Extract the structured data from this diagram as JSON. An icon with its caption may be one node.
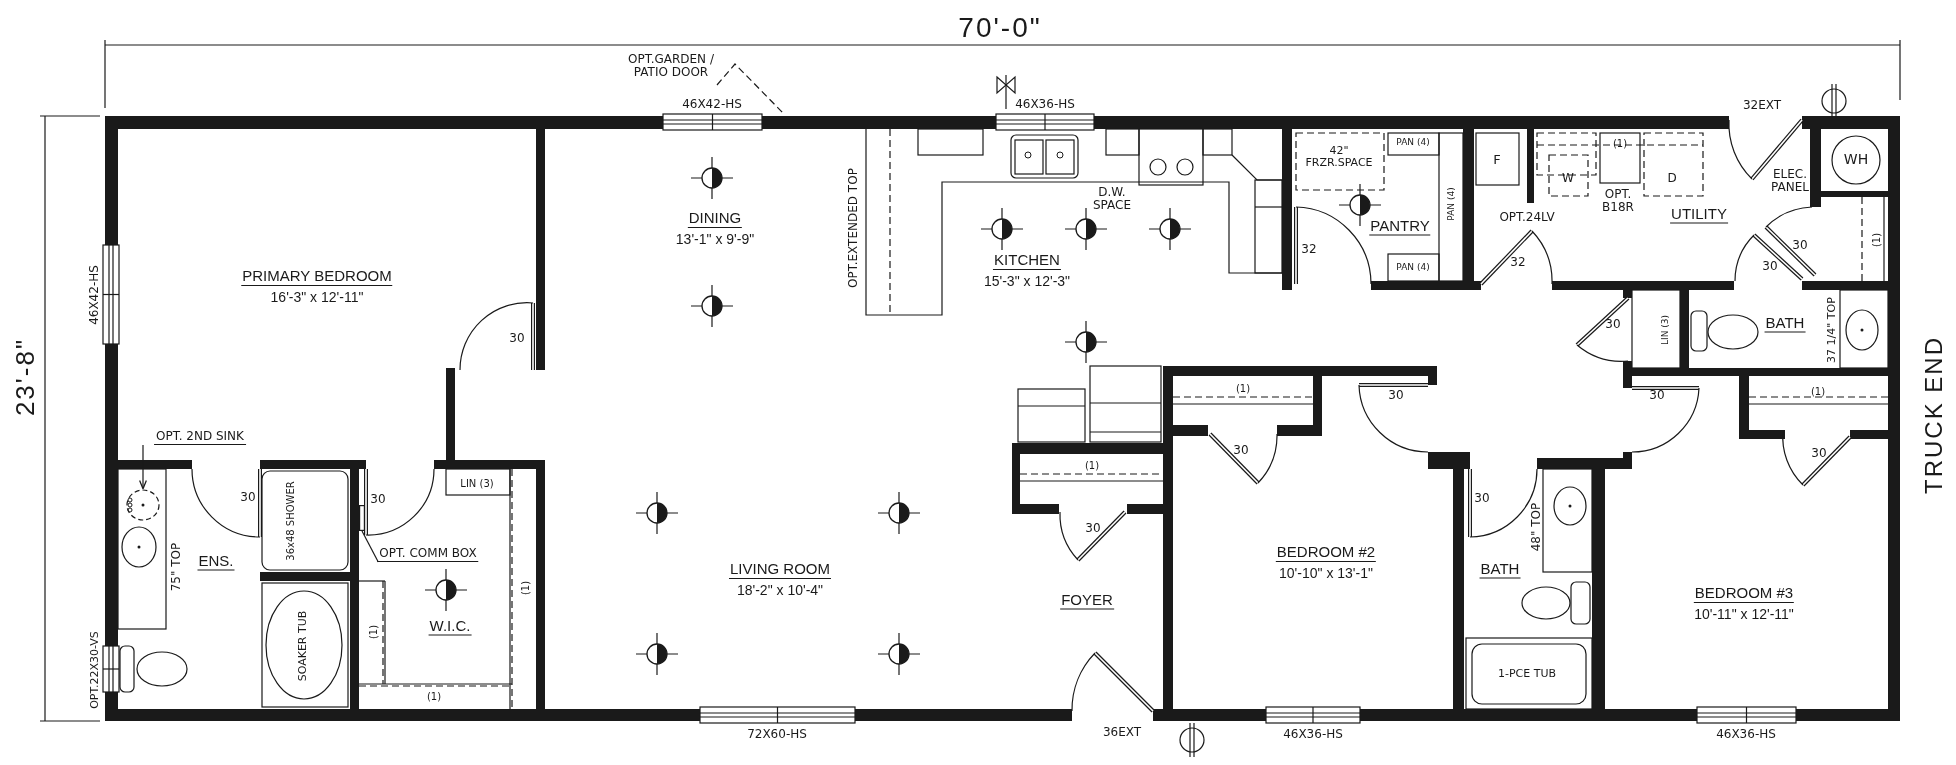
{
  "diagram": {
    "nodes": [
      {
        "text": [
          "PRIMARY BEDROOM",
          "16'-3\" x 12'-11\""
        ]
      },
      {
        "text": [
          "DINING",
          "13'-1\" x 9'-9\""
        ]
      },
      {
        "text": [
          "KITCHEN",
          "15'-3\" x 12'-3\""
        ]
      },
      {
        "text": [
          "PANTRY"
        ]
      },
      {
        "text": [
          "UTILITY"
        ]
      },
      {
        "text": [
          "BATH"
        ]
      },
      {
        "text": [
          "OPT. 2ND SINK"
        ]
      },
      {
        "text": [],
        "shape": "picture"
      },
      {
        "text": [
          "ENS."
        ]
      },
      {
        "text": [
          "OPT. COMM BOX"
        ]
      },
      {
        "text": [],
        "shape": "box"
      },
      {
        "text": [
          "W.I.C."
        ]
      },
      {
        "text": [
          "LIVING ROOM",
          "18'-2\" x 10'-4\""
        ]
      },
      {
        "text": [
          "FOYER"
        ]
      },
      {
        "text": [
          "BEDROOM #2",
          "10'-10\" x 13'-1\""
        ]
      },
      {
        "text": [
          "BATH"
        ]
      },
      {
        "text": [
          "BEDROOM #3",
          "10'-11\" x 12'-11\""
        ]
      }
    ],
    "edges": [
      {
        "from": 6,
        "to": 7,
        "arrow": "to"
      },
      {
        "from": 9,
        "to": 10,
        "arrow": "none"
      }
    ],
    "labels": [
      "70'-0\"",
      "OPT.GARDEN / PATIO DOOR",
      "46X42-HS",
      "46X36-HS",
      "32EXT",
      "23'-8\"",
      "46X42-HS",
      "OPT.EXTENDED TOP",
      "D.W. SPACE",
      "42\" FRZR.SPACE",
      "PAN (4)",
      "F",
      "(1)",
      "W",
      "D",
      "WH",
      "OPT. B18R",
      "ELEC. PANEL",
      "PAN (4)",
      "OPT.24LV",
      "30",
      "32",
      "PAN (4)",
      "32",
      "30",
      "(1)",
      "30",
      "LIN (3)",
      "37 1/4\" TOP",
      "30",
      "TRUCK END",
      "(1)",
      "30",
      "30",
      "(1)",
      "30",
      "30",
      "LIN (3)",
      "(1)",
      "30",
      "30",
      "36x48 SHOWER",
      "30",
      "30",
      "75\" TOP",
      "48\" TOP",
      "(1)",
      "(1)",
      "SOAKER TUB",
      "1-PCE TUB",
      "OPT.22X30-VS",
      "(1)",
      "72X60-HS",
      "36EXT",
      "46X36-HS",
      "46X36-HS"
    ]
  }
}
